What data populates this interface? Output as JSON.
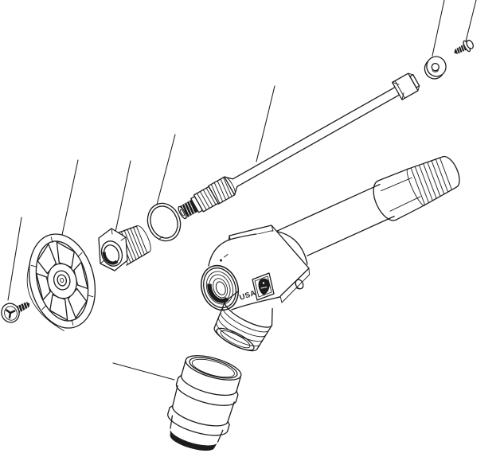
{
  "diagram": {
    "kind": "exploded-parts-line-drawing",
    "labels": {
      "body_stamp": "USA"
    },
    "parts": [
      {
        "name": "mounting-screw-top-right",
        "has_leader": true
      },
      {
        "name": "flat-washer",
        "has_leader": true
      },
      {
        "name": "stem-rod-assembly",
        "has_leader": true
      },
      {
        "name": "o-ring",
        "has_leader": true
      },
      {
        "name": "packing-nut",
        "has_leader": true
      },
      {
        "name": "handle-wheel",
        "has_leader": true
      },
      {
        "name": "handle-screw",
        "has_leader": true
      },
      {
        "name": "valve-body-with-flange",
        "has_leader": false
      },
      {
        "name": "vacuum-breaker-cap",
        "has_leader": true
      }
    ],
    "leader_count": 8
  },
  "palette": {
    "line": "#1c1c1c",
    "background": "#ffffff",
    "dark_fill": "#1c1c1c"
  }
}
